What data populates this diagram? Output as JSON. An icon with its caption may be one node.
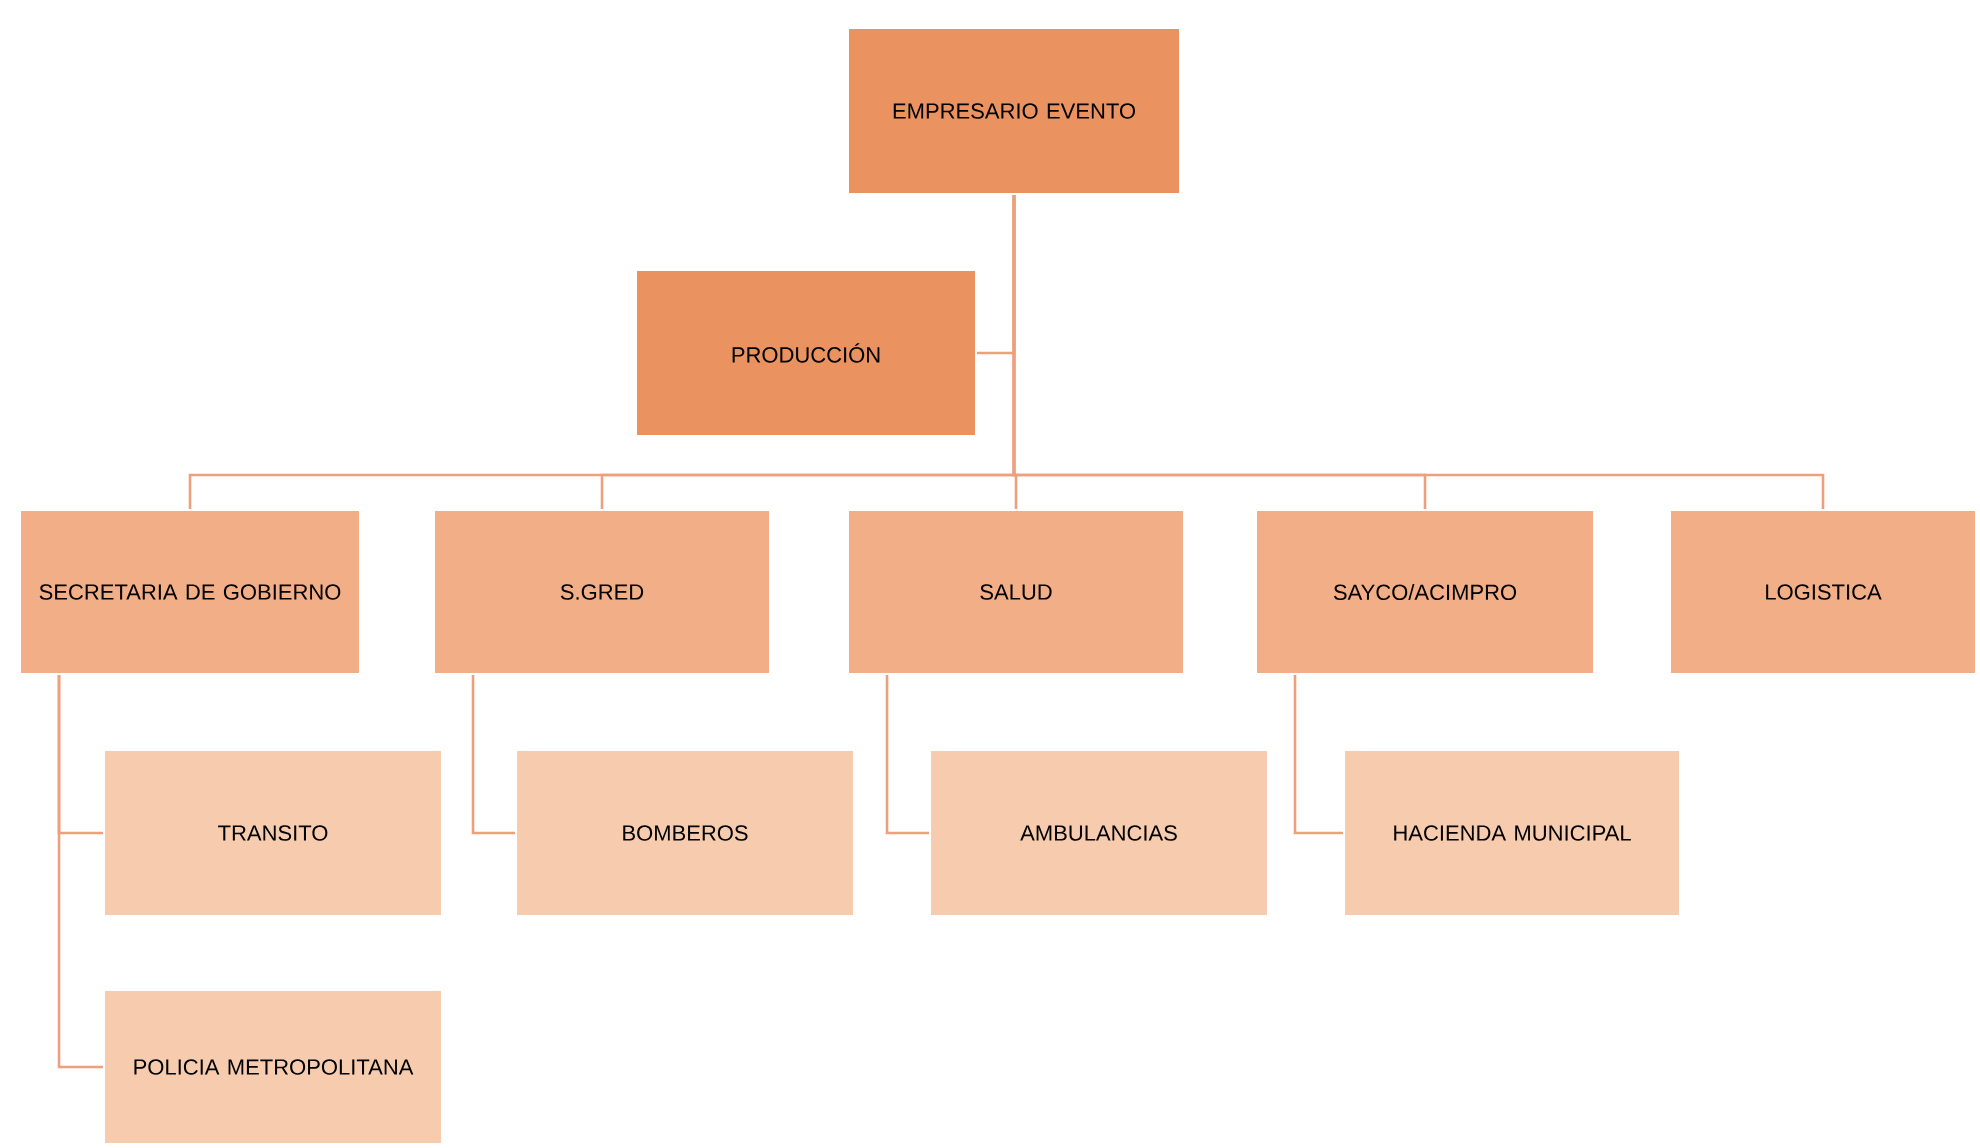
{
  "diagram": {
    "nodes": [
      {
        "text": [
          "EMPRESARIO EVENTO"
        ]
      },
      {
        "text": [
          "PRODUCCIÓN"
        ]
      },
      {
        "text": [
          "SECRETARIA DE GOBIERNO"
        ]
      },
      {
        "text": [
          "S.GRED"
        ]
      },
      {
        "text": [
          "SALUD"
        ]
      },
      {
        "text": [
          "SAYCO/ACIMPRO"
        ]
      },
      {
        "text": [
          "LOGISTICA"
        ]
      },
      {
        "text": [
          "TRANSITO"
        ]
      },
      {
        "text": [
          "BOMBEROS"
        ]
      },
      {
        "text": [
          "AMBULANCIAS"
        ]
      },
      {
        "text": [
          "HACIENDA MUNICIPAL"
        ]
      },
      {
        "text": [
          "POLICIA METROPOLITANA"
        ]
      }
    ],
    "edges": [
      {
        "from": 0,
        "to": 1,
        "arrow": "none"
      },
      {
        "from": 0,
        "to": 2,
        "arrow": "none"
      },
      {
        "from": 0,
        "to": 3,
        "arrow": "none"
      },
      {
        "from": 0,
        "to": 4,
        "arrow": "none"
      },
      {
        "from": 0,
        "to": 5,
        "arrow": "none"
      },
      {
        "from": 0,
        "to": 6,
        "arrow": "none"
      },
      {
        "from": 2,
        "to": 7,
        "arrow": "none"
      },
      {
        "from": 2,
        "to": 11,
        "arrow": "none"
      },
      {
        "from": 3,
        "to": 8,
        "arrow": "none"
      },
      {
        "from": 4,
        "to": 9,
        "arrow": "none"
      },
      {
        "from": 5,
        "to": 10,
        "arrow": "none"
      }
    ]
  }
}
